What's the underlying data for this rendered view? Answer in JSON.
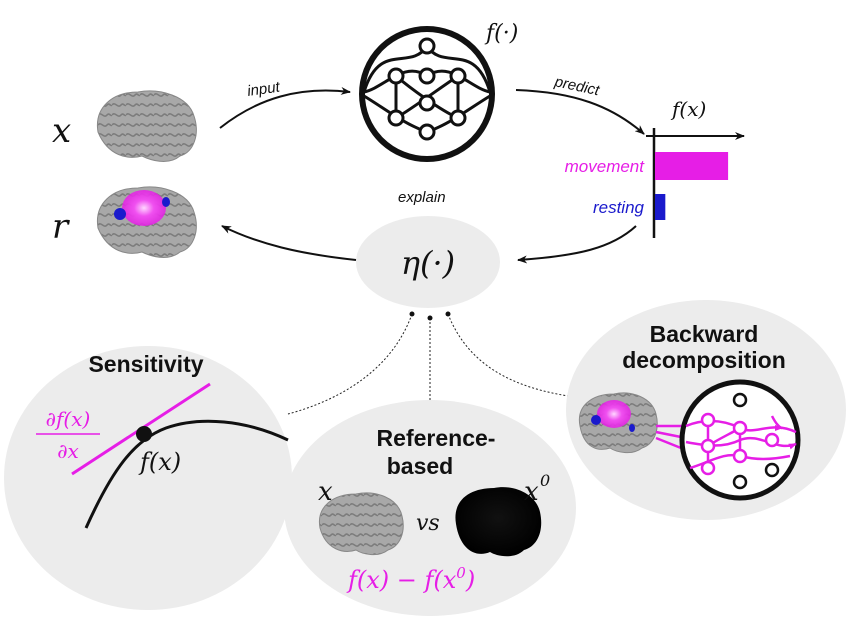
{
  "top": {
    "x_label": "x",
    "r_label": "r",
    "model_label": "f(·)",
    "output_label": "f(x)",
    "arrow_input": "input",
    "arrow_predict": "predict",
    "arrow_explain": "explain",
    "explainer_label": "η(·)"
  },
  "chart_data": {
    "type": "bar",
    "orientation": "horizontal",
    "categories": [
      "movement",
      "resting"
    ],
    "values": [
      0.85,
      0.12
    ],
    "colors": [
      "#e61ee6",
      "#1a1acc"
    ],
    "xlabel": "f(x)",
    "xlim": [
      0,
      1
    ]
  },
  "methods": {
    "sensitivity": {
      "title": "Sensitivity",
      "derivative_num": "∂f(x)",
      "derivative_den": "∂x",
      "point_label": "f(x)"
    },
    "reference": {
      "title_line1": "Reference-",
      "title_line2": "based",
      "x_label": "x",
      "x0_base": "x",
      "x0_sup": "0",
      "vs": "vs",
      "formula": "f(x) − f(x",
      "formula_sup": "0",
      "formula_end": ")"
    },
    "backward": {
      "title_line1": "Backward",
      "title_line2": "decomposition"
    }
  },
  "colors": {
    "magenta": "#e61ee6",
    "blue": "#1a1acc",
    "ellipse_fill": "#ececec",
    "brain_gray": "#a6a6a6"
  }
}
